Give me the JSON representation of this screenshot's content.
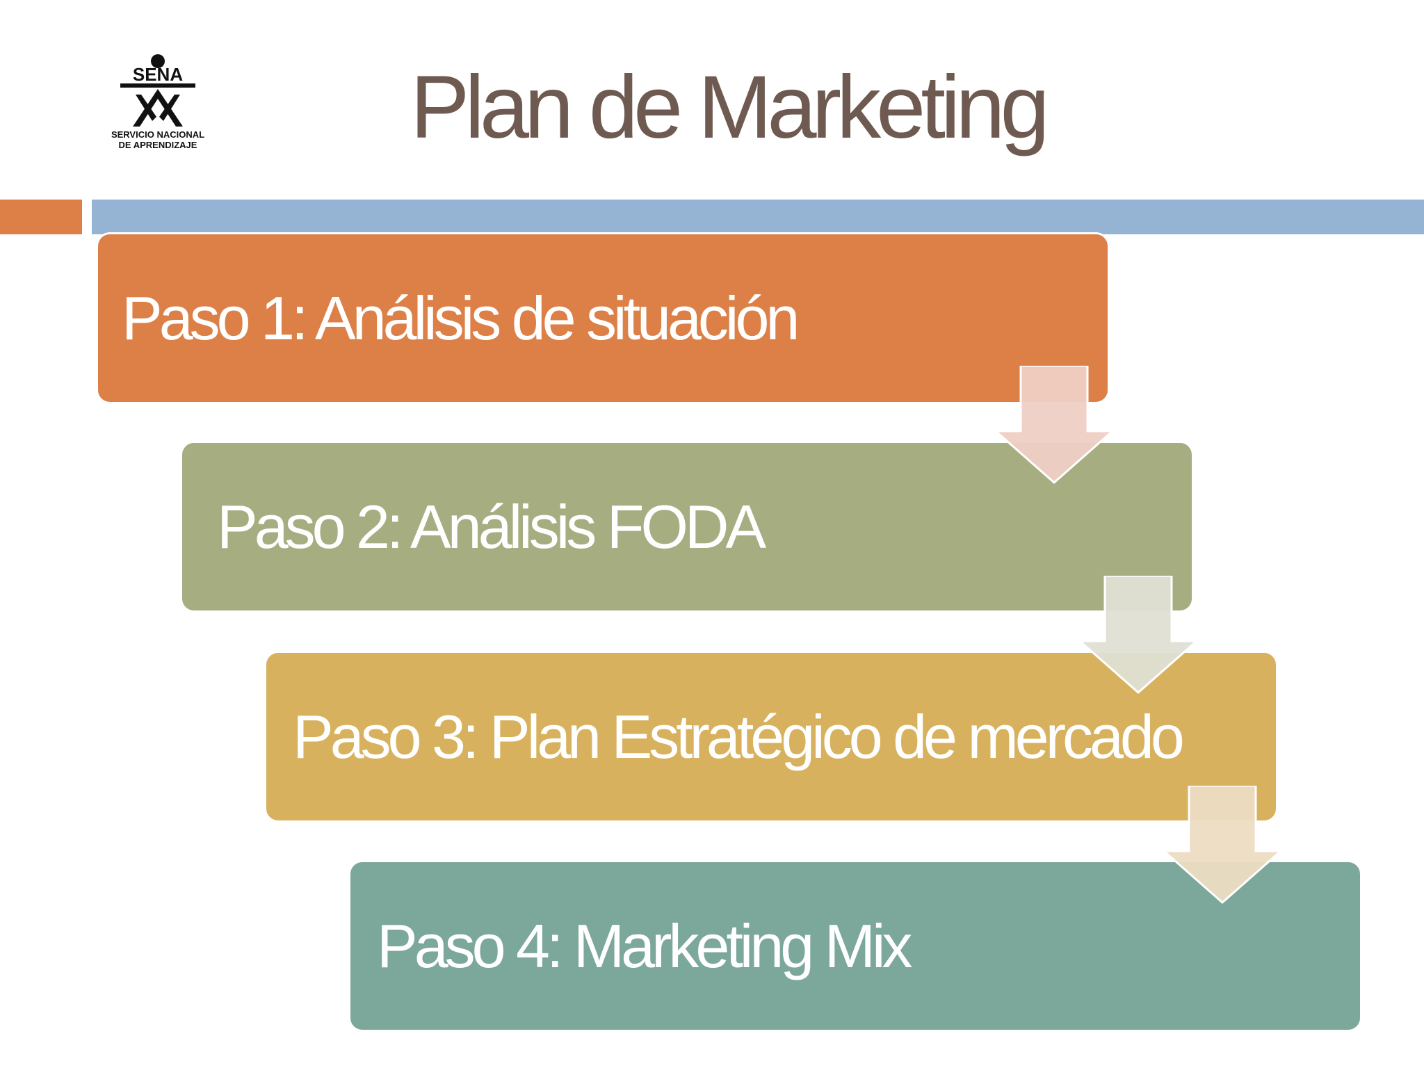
{
  "title": "Plan de  Marketing",
  "logo": {
    "name": "SENA",
    "line1": "SERVICIO NACIONAL",
    "line2": "DE APRENDIZAJE"
  },
  "steps": [
    {
      "label": "Paso 1: Análisis de  situación"
    },
    {
      "label": "Paso 2: Análisis FODA"
    },
    {
      "label": "Paso 3:  Plan Estratégico de mercado"
    },
    {
      "label": "Paso 4: Marketing Mix"
    }
  ],
  "colors": {
    "title": "#6e5a51",
    "accent_orange": "#dc8047",
    "accent_blue": "#95b4d3",
    "step_1": "#dc8047",
    "step_2": "#a5ad81",
    "step_3": "#d7b15d",
    "step_4": "#7ca79b"
  },
  "connectors": [
    "down-arrow-icon",
    "down-arrow-icon",
    "down-arrow-icon"
  ]
}
